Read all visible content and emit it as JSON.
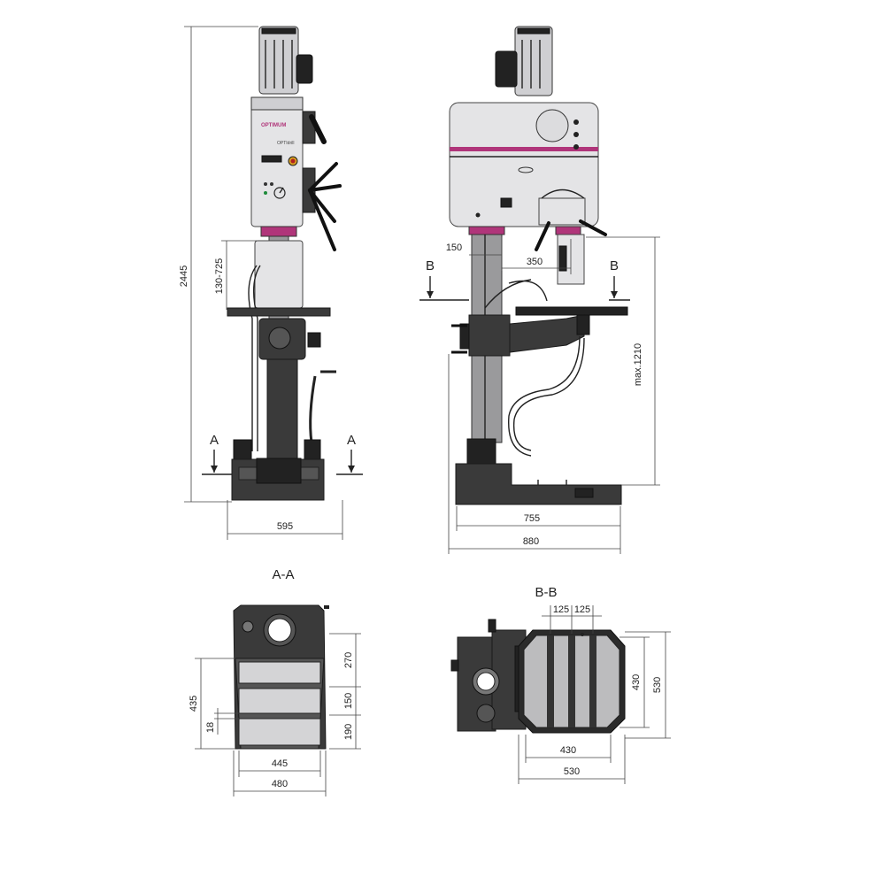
{
  "brand": {
    "logo": "OPTIMUM",
    "model_badge": "OPTIdrill",
    "accent": "#b0357a"
  },
  "dimensions": {
    "total_height": "2445",
    "spindle_stroke": "130-725",
    "base_width_front": "595",
    "column_offset": "150",
    "spindle_reach": "350",
    "max_height": "max.1210",
    "base_length": "755",
    "total_depth": "880"
  },
  "sections": {
    "aa": {
      "title": "A-A",
      "marker": "A",
      "dims": {
        "h1": "270",
        "h2": "150",
        "h3": "190",
        "total": "435",
        "slot": "18",
        "inner_w": "445",
        "outer_w": "480"
      }
    },
    "bb": {
      "title": "B-B",
      "marker": "B",
      "dims": {
        "slot_a": "125",
        "slot_b": "125",
        "inner": "430",
        "outer": "530",
        "inner_w": "430",
        "outer_w": "530"
      }
    }
  }
}
